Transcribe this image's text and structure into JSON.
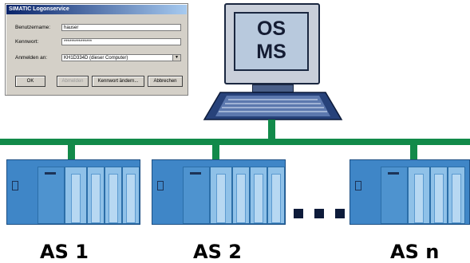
{
  "login_dialog": {
    "title": "SIMATIC Logonservice",
    "user_label": "Benutzername:",
    "user_value": "hauser",
    "password_label": "Kennwort:",
    "password_value": "***************",
    "logon_to_label": "Anmelden an:",
    "logon_to_value": "KH1D334D (dieser Computer)",
    "buttons": {
      "ok": "OK",
      "logoff": "Abmelden",
      "change_password": "Kennwort ändern...",
      "cancel": "Abbrechen"
    }
  },
  "computer": {
    "screen_line1": "OS",
    "screen_line2": "MS"
  },
  "stations": [
    {
      "label": "AS 1"
    },
    {
      "label": "AS 2"
    },
    {
      "label": "AS n"
    }
  ],
  "colors": {
    "bus": "#128a4a",
    "rack": "#3f86c7",
    "module": "#8fc1e8",
    "screen": "#b8c9dd"
  }
}
